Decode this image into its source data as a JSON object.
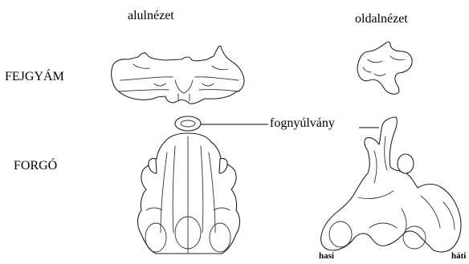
{
  "columns": {
    "left": "alulnézet",
    "right": "oldalnézet"
  },
  "rows": {
    "top": "FEJGYÁM",
    "bottom": "FORGÓ"
  },
  "callout": "fognyúlvány",
  "orientation": {
    "ventral": "hasi",
    "dorsal": "háti"
  }
}
